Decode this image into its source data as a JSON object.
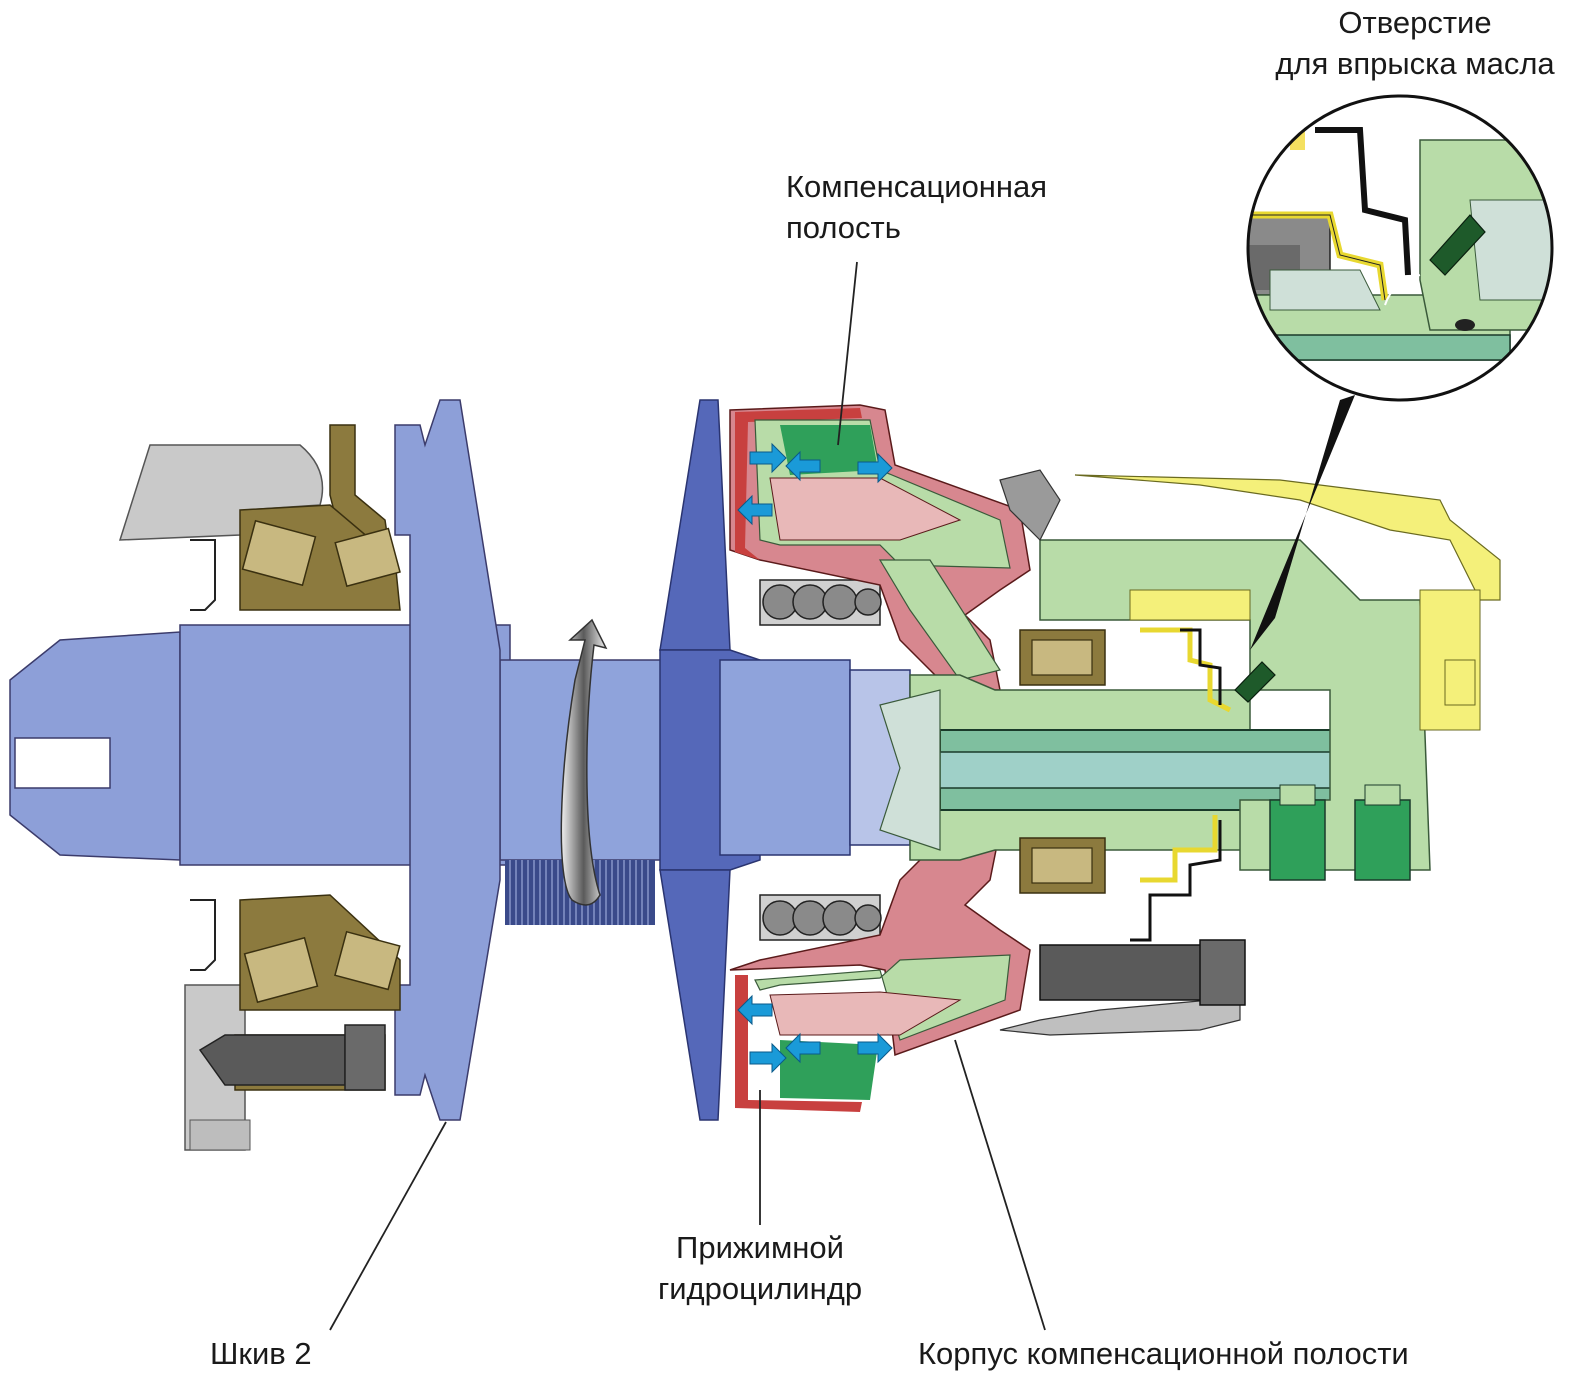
{
  "labels": {
    "oil_hole": {
      "line1": "Отверстие",
      "line2": "для впрыска масла"
    },
    "compensation_cavity": {
      "line1": "Компенсационная",
      "line2": "полость"
    },
    "pressure_cylinder": {
      "line1": "Прижимной",
      "line2": "гидроцилиндр"
    },
    "pulley": "Шкив 2",
    "cavity_housing": "Корпус компенсационной полости"
  },
  "colors": {
    "pulley_blue": "#8d9fd8",
    "pulley_dark": "#5568b9",
    "bearing_olive": "#8c7a3e",
    "cavity_green": "#2fa05a",
    "housing_pink": "#d7878f",
    "piston_red": "#c8403f",
    "light_green": "#b8dca8",
    "yellow": "#f4f07a",
    "arrow_blue": "#1a9ad8",
    "gray": "#9a9a9a"
  }
}
